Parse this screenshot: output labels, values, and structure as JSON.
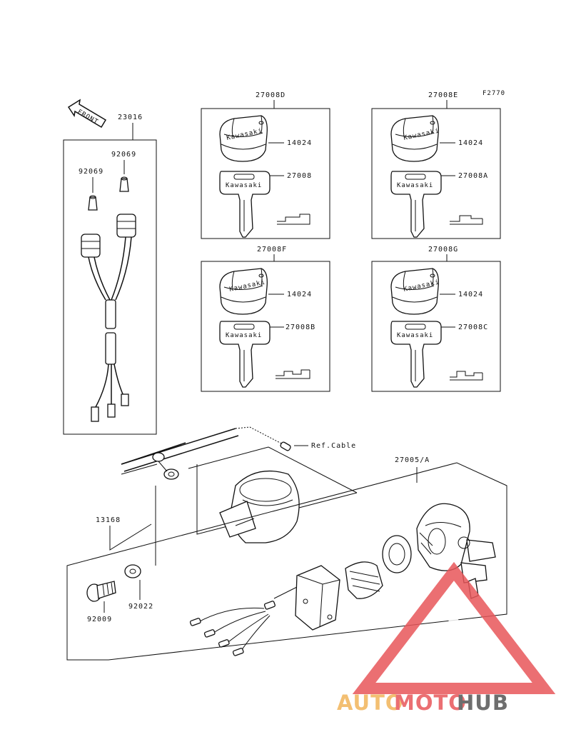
{
  "figure_code": "F2770",
  "front_label": "FRONT",
  "labels": {
    "harness_kit": "23016",
    "cap_right": "92069",
    "cap_left": "92069",
    "key_set_d": "27008D",
    "key_set_e": "27008E",
    "key_set_f": "27008F",
    "key_set_g": "27008G",
    "knob_d": "14024",
    "knob_e": "14024",
    "knob_f": "14024",
    "knob_g": "14024",
    "key_d": "27008",
    "key_e": "27008A",
    "key_f": "27008B",
    "key_g": "27008C",
    "ref_cable": "Ref.Cable",
    "switch_assembly": "27005/A",
    "bracket": "13168",
    "bolt": "92009",
    "washer": "92022"
  },
  "key_brand": "Kawasaki",
  "watermark": {
    "part1": "AUTO",
    "part2": "MOTO",
    "part3": "HUB",
    "colors": {
      "auto": "#f2b45a",
      "moto": "#e8575a",
      "hub": "#555555",
      "triangle": "#e8575a"
    }
  }
}
